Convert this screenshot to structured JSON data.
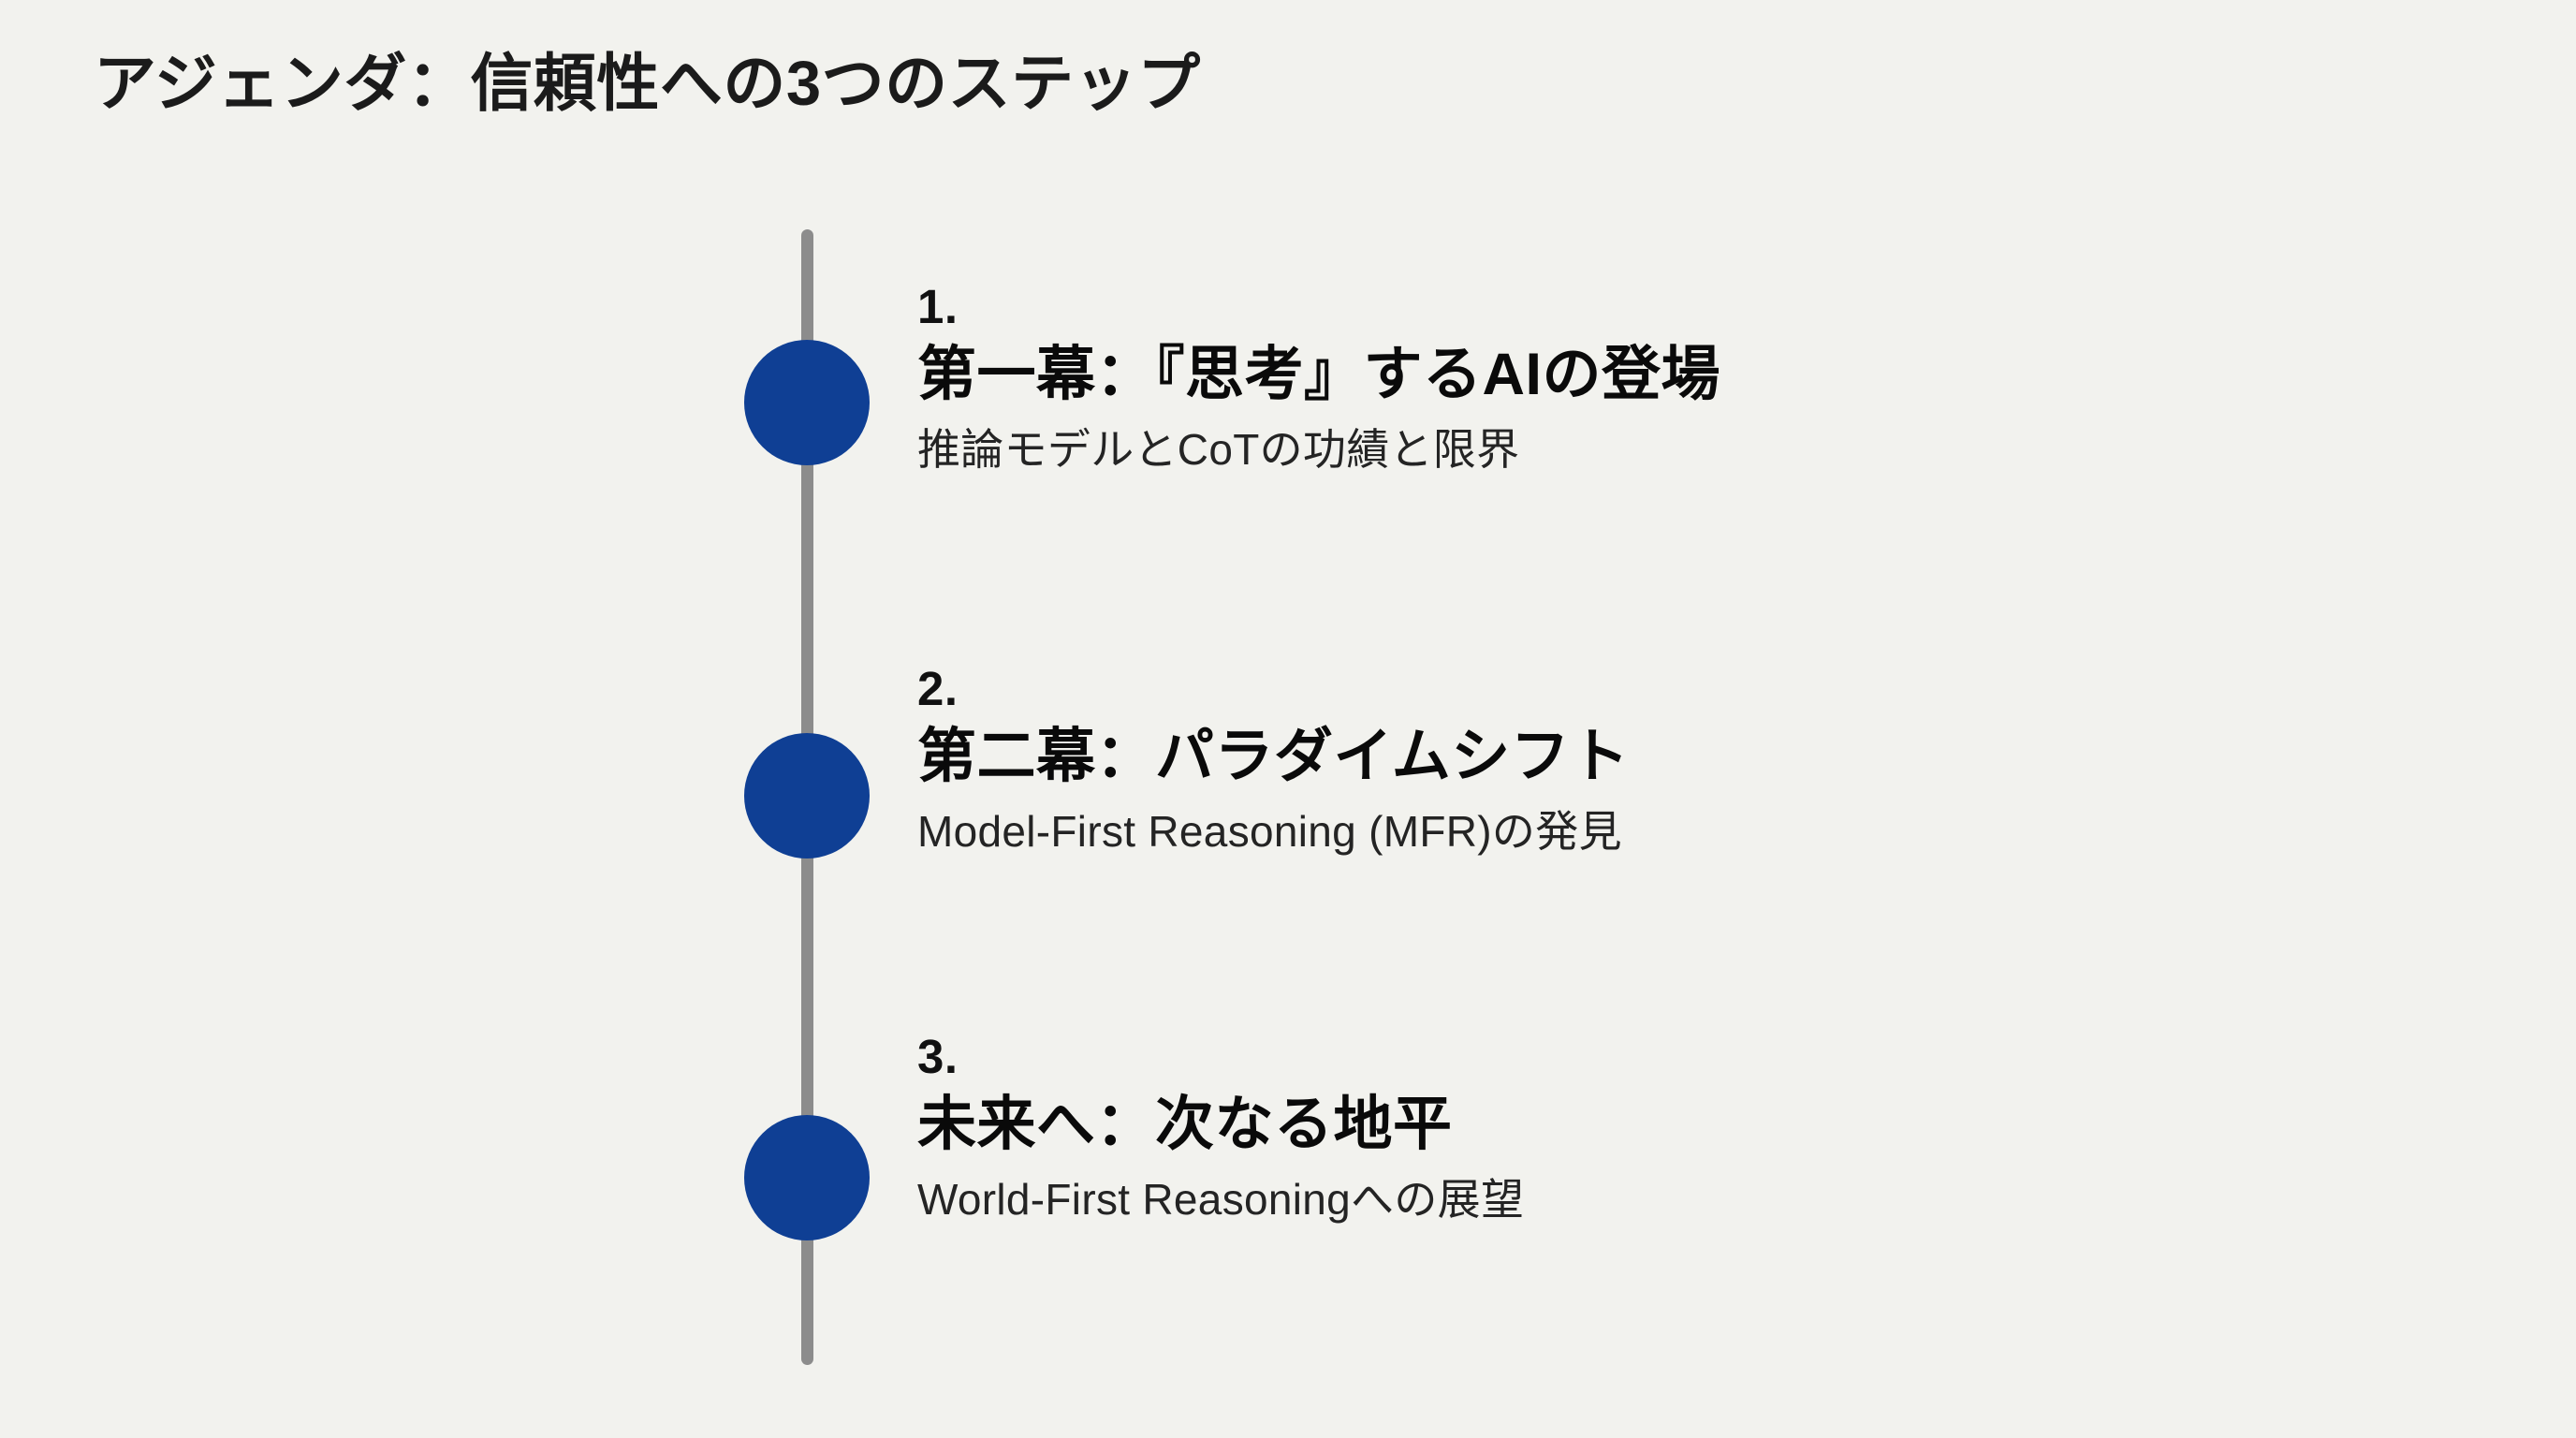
{
  "slide": {
    "title": "アジェンダ：信頼性への3つのステップ",
    "background_color": "#f2f2ee",
    "title_color": "#1b1b1b"
  },
  "timeline": {
    "axis_color": "#8c8c8c",
    "dot_color": "#0f3f94",
    "items": [
      {
        "number": "1.",
        "headline": "第一幕：『思考』するAIの登場",
        "subtitle": "推論モデルとCoTの功績と限界"
      },
      {
        "number": "2.",
        "headline": "第二幕：パラダイムシフト",
        "subtitle": "Model-First Reasoning (MFR)の発見"
      },
      {
        "number": "3.",
        "headline": "未来へ：次なる地平",
        "subtitle": "World-First Reasoningへの展望"
      }
    ]
  }
}
